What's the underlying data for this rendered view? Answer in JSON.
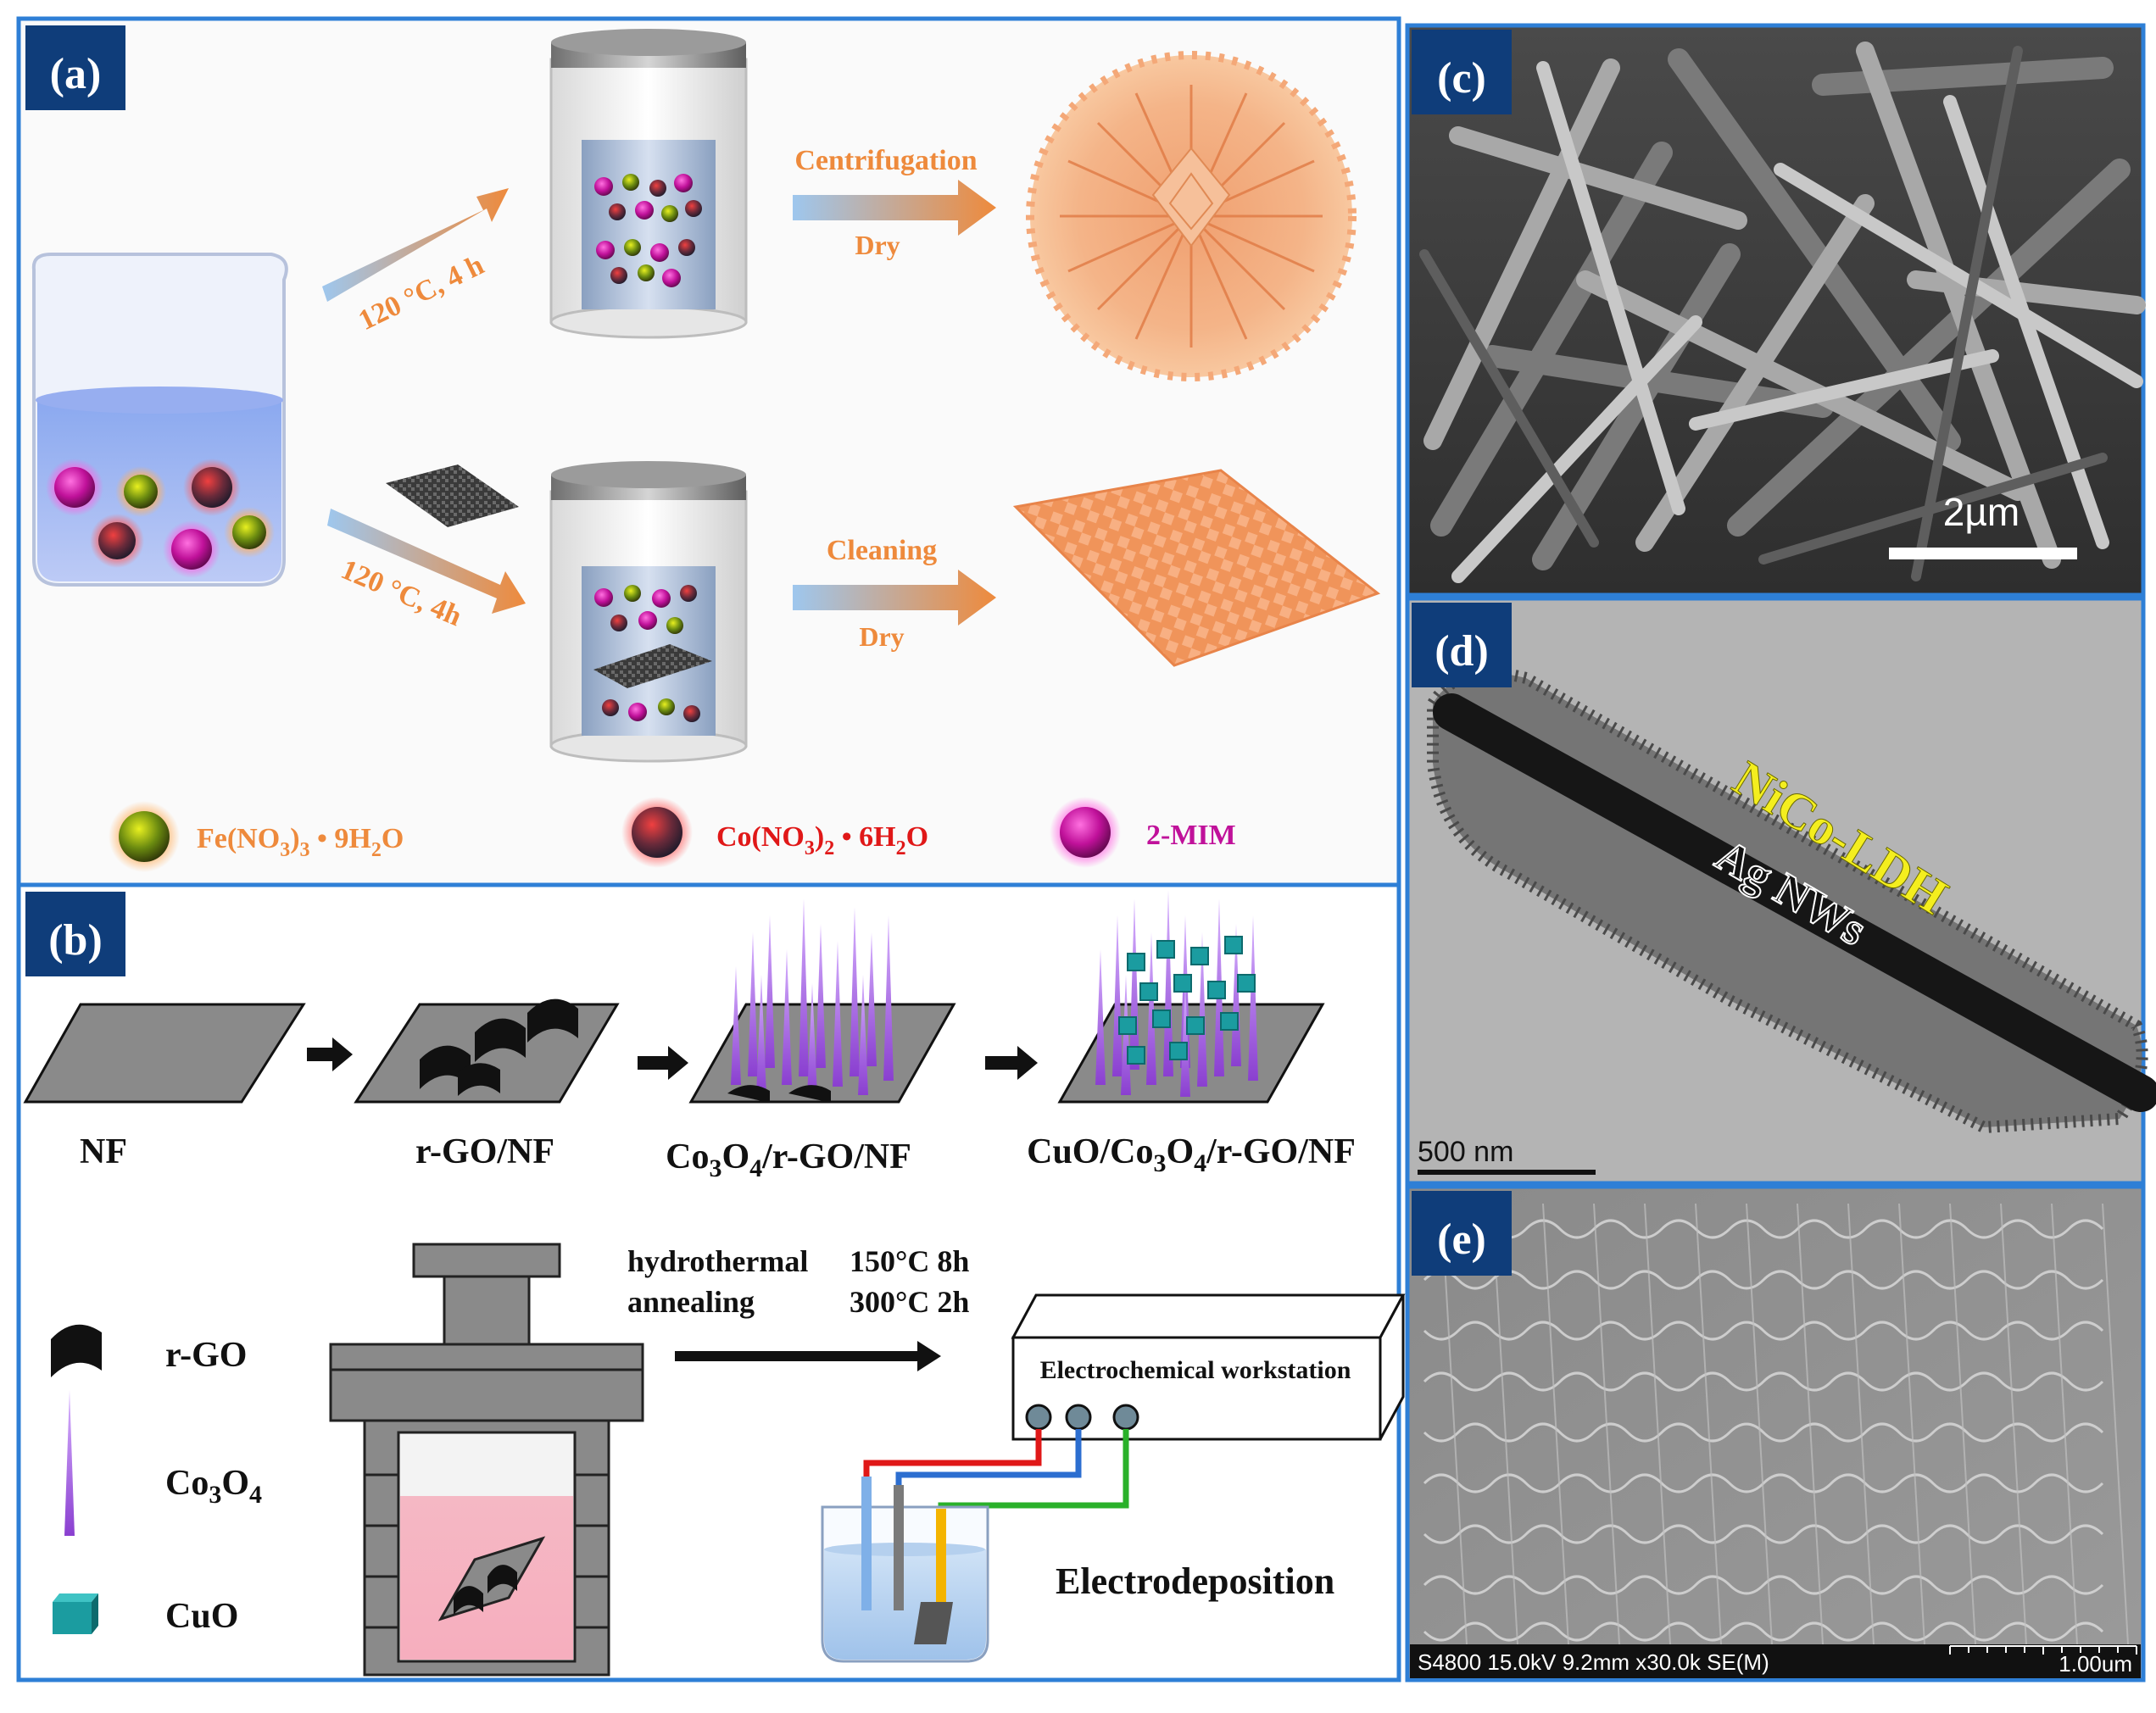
{
  "panels": {
    "a": {
      "label": "(a)",
      "top_condition": "120 °C, 4 h",
      "top_step1": "Centrifugation",
      "top_step2": "Dry",
      "bottom_condition": "120 °C, 4h",
      "bottom_step1": "Cleaning",
      "bottom_step2": "Dry",
      "legend": {
        "fe_main": "Fe(NO",
        "fe_sub1": "3",
        "fe_mid": ")",
        "fe_sub2": "3",
        "fe_tail": " • 9H",
        "fe_sub3": "2",
        "fe_end": "O",
        "co_main": "Co(NO",
        "co_sub1": "3",
        "co_mid": ")",
        "co_sub2": "2",
        "co_tail": " • 6H",
        "co_sub3": "2",
        "co_end": "O",
        "mim": "2-MIM"
      }
    },
    "b": {
      "label": "(b)",
      "stages": {
        "nf": "NF",
        "rgo": "r-GO/NF",
        "co_a": "Co",
        "co_s1": "3",
        "co_b": "O",
        "co_s2": "4",
        "co_c": "/r-GO/NF",
        "cuo_a": "CuO/Co",
        "cuo_s1": "3",
        "cuo_b": "O",
        "cuo_s2": "4",
        "cuo_c": "/r-GO/NF"
      },
      "conditions": {
        "hydro_label": "hydrothermal",
        "hydro_value": "150°C  8h",
        "anneal_label": "annealing",
        "anneal_value": "300°C  2h"
      },
      "workstation": "Electrochemical  workstation",
      "electrodeposition": "Electrodeposition",
      "legend": {
        "rgo": "r-GO",
        "co_a": "Co",
        "co_s1": "3",
        "co_b": "O",
        "co_s2": "4",
        "cuo": "CuO"
      }
    },
    "c": {
      "label": "(c)",
      "scale": "2µm"
    },
    "d": {
      "label": "(d)",
      "ldh": "NiCo-LDH",
      "agnw": "Ag NWs",
      "scale": "500 nm"
    },
    "e": {
      "label": "(e)",
      "meta": "S4800 15.0kV 9.2mm x30.0k SE(M)",
      "scale": "1.00um"
    }
  },
  "colors": {
    "border": "#2e7fd6",
    "label_bg": "#0f3d7a",
    "orange": "#ee8a3c",
    "red_text": "#e01818",
    "magenta": "#c0119a",
    "purple": "#b084e8",
    "teal": "#1b9ca0",
    "yellow": "#f4ee1e"
  }
}
